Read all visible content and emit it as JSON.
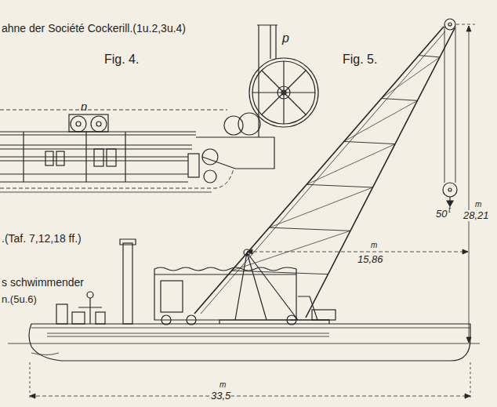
{
  "diagram": {
    "labels": [
      "ahne der Société Cockerill.(1u.2,3u.4)",
      "Fig. 4.",
      "Fig. 5.",
      "n",
      "p",
      ".(Taf. 7,12,18 ff.)",
      "s schwimmender",
      "n.(5u.6)",
      "50",
      "t",
      "m",
      "15,86",
      "m",
      "28,21",
      "m",
      "33,5"
    ]
  }
}
